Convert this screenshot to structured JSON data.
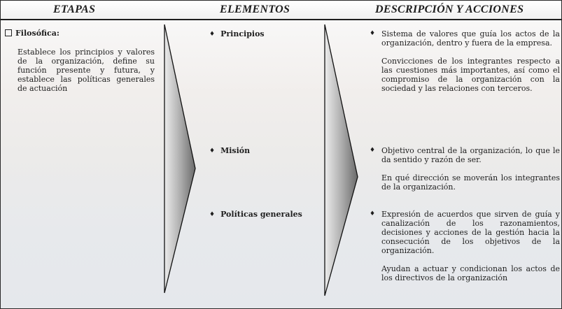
{
  "headers": {
    "stages": "ETAPAS",
    "elements": "ELEMENTOS",
    "description": "DESCRIPCIÓN Y ACCIONES"
  },
  "stage": {
    "title": "Filosófica:",
    "description": "Establece los principios y valores de la organización, define su función presente y futura, y establece las políticas generales de actuación"
  },
  "elements": [
    {
      "name": "Principios",
      "paragraphs": [
        "Sistema de valores que guía los actos de la organización, dentro y fuera de la empresa.",
        "Convicciones de los integrantes respecto a las cuestiones más importantes, así como el compromiso de la organización con la sociedad y las relaciones con terceros."
      ]
    },
    {
      "name": "Misión",
      "paragraphs": [
        "Objetivo central de la organización, lo que le da sentido y razón de ser.",
        "En qué dirección se moverán los integrantes de la organización."
      ]
    },
    {
      "name": "Políticas generales",
      "paragraphs": [
        "Expresión de acuerdos que sirven de guía y canalización de los razonamientos, decisiones y acciones de la gestión hacia la consecución de los objetivos de la organización.",
        "Ayudan a actuar y condicionan los actos de los directivos de la organización"
      ]
    }
  ],
  "colors": {
    "arrow_light": "#e8e8e8",
    "arrow_dark": "#6e6e6e",
    "text": "#1e1e1e"
  }
}
